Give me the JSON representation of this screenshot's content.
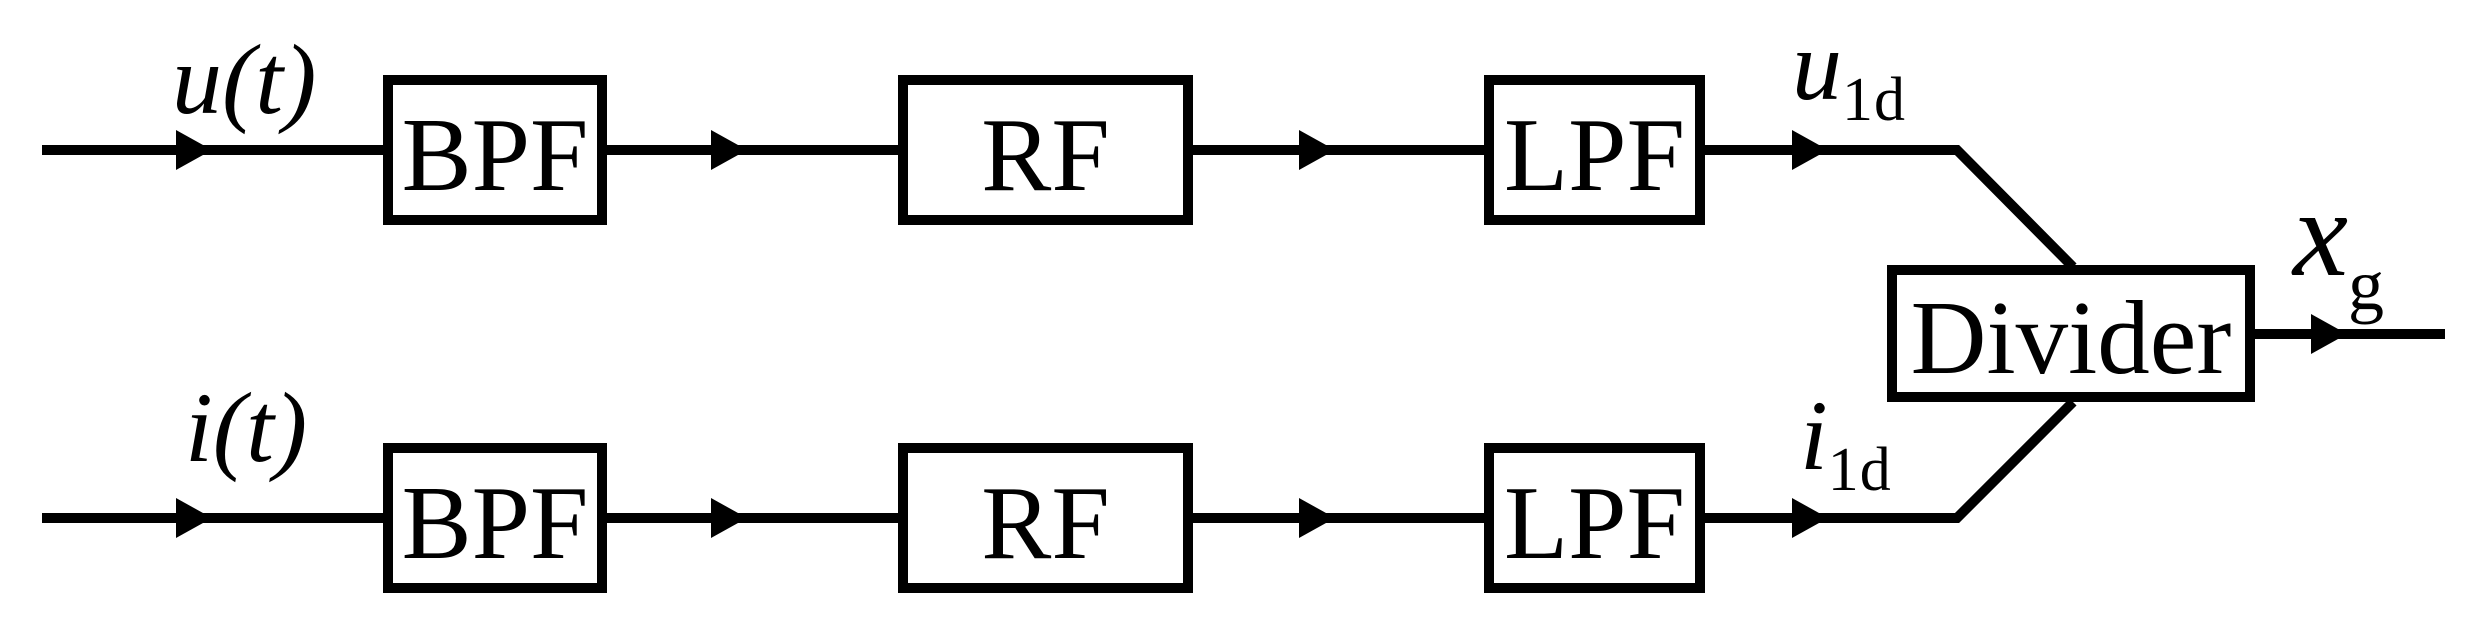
{
  "figure": {
    "type": "signal-processing-block-diagram",
    "background_color": "#ffffff",
    "stroke_color": "#000000"
  },
  "top_row": {
    "input_label": "u(t)",
    "bpf": "BPF",
    "rf": "RF",
    "lpf": "LPF",
    "output_base": "u",
    "output_sub": "1d"
  },
  "bottom_row": {
    "input_label": "i(t)",
    "bpf": "BPF",
    "rf": "RF",
    "lpf": "LPF",
    "output_base": "i",
    "output_sub": "1d"
  },
  "divider": {
    "label": "Divider"
  },
  "output": {
    "base": "x",
    "sub": "g"
  },
  "signal_flow": [
    "u(t) → BPF → RF → LPF → u_1d → Divider",
    "i(t) → BPF → RF → LPF → i_1d → Divider",
    "Divider → x_g"
  ]
}
